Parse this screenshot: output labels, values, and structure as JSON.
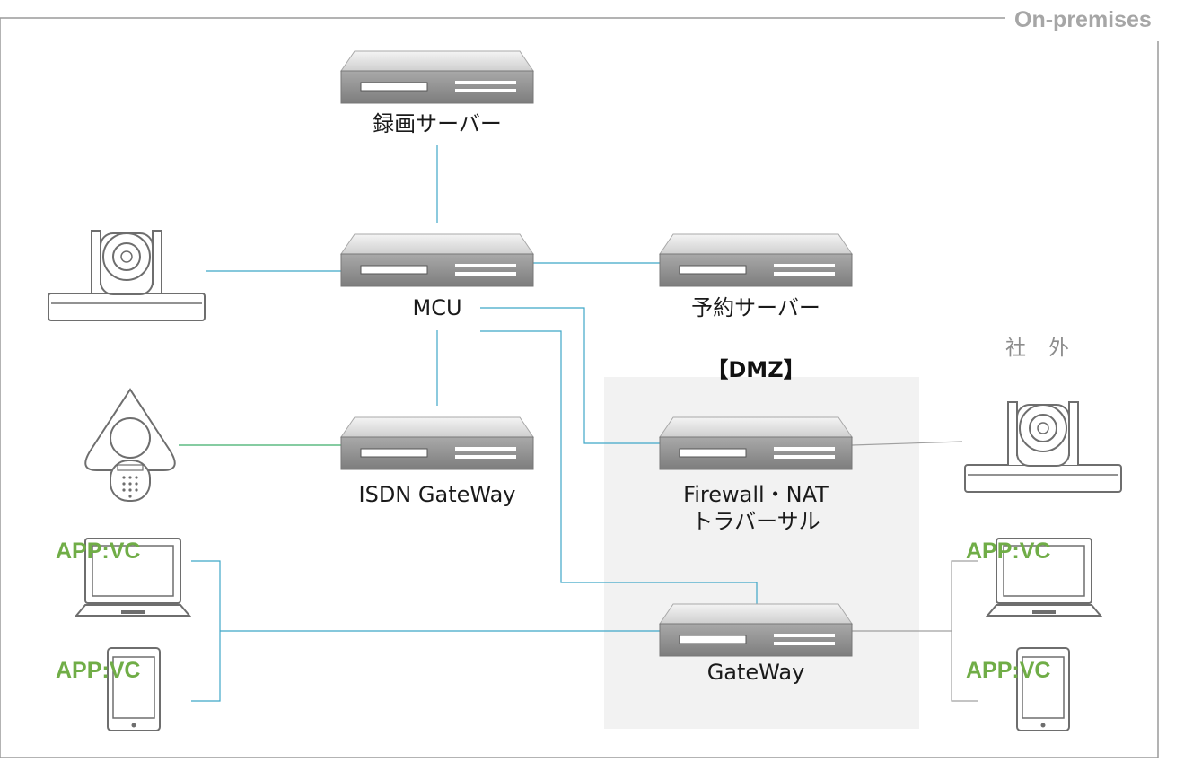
{
  "zone": {
    "title": "On-premises",
    "outside_label": "社　外",
    "dmz_title": "【DMZ】"
  },
  "nodes": {
    "recording_server": {
      "label": "録画サーバー",
      "icon": "server-icon"
    },
    "mcu": {
      "label": "MCU",
      "icon": "server-icon"
    },
    "reservation_server": {
      "label": "予約サーバー",
      "icon": "server-icon"
    },
    "isdn_gateway": {
      "label": "ISDN GateWay",
      "icon": "server-icon"
    },
    "firewall_nat": {
      "label_line1": "Firewall・NAT",
      "label_line2": "トラバーサル",
      "icon": "server-icon"
    },
    "gateway": {
      "label": "GateWay",
      "icon": "server-icon"
    },
    "camera_internal": {
      "icon": "video-conference-camera-icon"
    },
    "camera_external": {
      "icon": "video-conference-camera-icon"
    },
    "conference_phone": {
      "icon": "conference-phone-icon"
    }
  },
  "apps": {
    "left_laptop": "APP:VC",
    "left_tablet": "APP:VC",
    "right_laptop": "APP:VC",
    "right_tablet": "APP:VC"
  },
  "colors": {
    "link": "#3fa7c8",
    "link_green": "#3fae6a",
    "link_gray": "#a0a0a0",
    "app_text": "#70ad47",
    "dmz_bg": "#f2f2f2",
    "zone_border": "#9a9a9a"
  }
}
